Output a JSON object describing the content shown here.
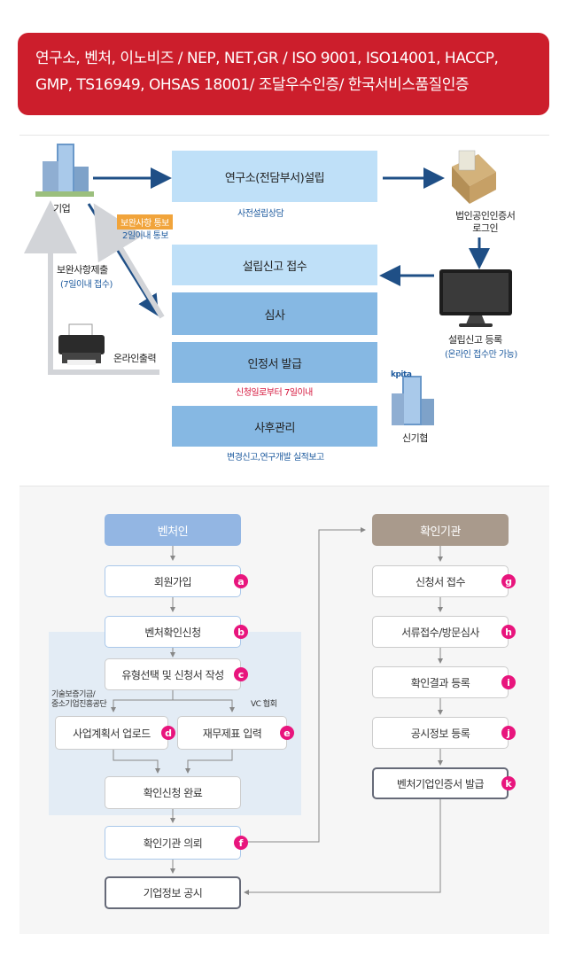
{
  "banner": {
    "line1": "연구소, 벤처, 이노비즈 / NEP, NET,GR / ISO 9001, ISO14001, HACCP,",
    "line2": "GMP, TS16949, OHSAS 18001/ 조달우수인증/ 한국서비스품질인증"
  },
  "process": {
    "company_label": "기업",
    "step1": "연구소(전담부서)설립",
    "step1_note": "사전설립상담",
    "notice_badge": "보완사항 통보",
    "notice_days": "2일이내 통보",
    "submit_label": "보완사항제출",
    "submit_days": "(7일이내 접수)",
    "print_label": "온라인출력",
    "cert_login": [
      "법인공인인증서",
      "로그인"
    ],
    "register": "설립신고 등록",
    "register_note": "(온라인 접수만 가능)",
    "step2": "설립신고 접수",
    "step3": "심사",
    "step4": "인정서 발급",
    "step4_note": "신청일로부터 7일이내",
    "step5": "사후관리",
    "step5_note": "변경신고,연구개발 실적보고",
    "kpita_label": "신기협",
    "kpita_logo": "kpita"
  },
  "flow": {
    "venture_head": "벤처인",
    "agency_head": "확인기관",
    "a": "회원가입",
    "b": "벤처확인신청",
    "c": "유형선택 및 신청서 작성",
    "d": "사업계획서 업로드",
    "e": "재무제표 입력",
    "done": "확인신청 완료",
    "f": "확인기관 의뢰",
    "publish": "기업정보 공시",
    "g": "신청서 접수",
    "h": "서류접수/방문심사",
    "i": "확인결과 등록",
    "j": "공시정보 등록",
    "k": "벤처기업인증서 발급",
    "left_org": [
      "기술보증기금/",
      "중소기업진흥공단"
    ],
    "right_org": "VC 협회",
    "markers": [
      "a",
      "b",
      "c",
      "d",
      "e",
      "f",
      "g",
      "h",
      "i",
      "j",
      "k"
    ]
  }
}
